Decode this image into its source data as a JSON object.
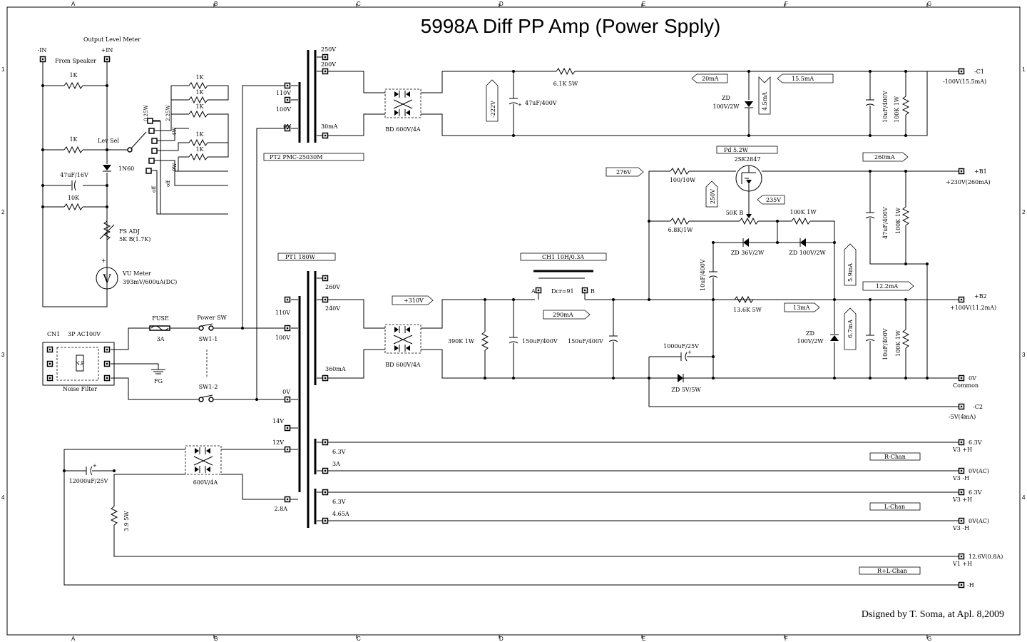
{
  "title": "5998A Diff PP Amp (Power Spply)",
  "signature": "Dsigned by T. Soma, at Apl. 8,2009",
  "grid": {
    "columns": [
      "A",
      "B",
      "C",
      "D",
      "E",
      "F",
      "G"
    ],
    "rows": [
      "1",
      "2",
      "3",
      "4"
    ]
  },
  "meter": {
    "heading": "Output Level Meter",
    "in_minus": "-IN",
    "in_plus": "+IN",
    "from_speaker": "From Speaker",
    "r1": "1K",
    "r2": "1K",
    "lev_sel": "Lev Sel",
    "taps": [
      "0.25W",
      "2.25W",
      "4W",
      "9W",
      "off",
      "off"
    ],
    "ladder": [
      "1K",
      "1K",
      "1K",
      "1K",
      "1K"
    ],
    "diode": "1N60",
    "cap": "47uF/16V",
    "r3": "10K",
    "fs_adj": "FS ADJ",
    "fs_adj_value": "5K B(1.7K)",
    "plus": "+",
    "vu_symbol": "V",
    "vu_name": "VU Meter",
    "vu_spec": "393mV/600uA(DC)"
  },
  "mains": {
    "cn1": "CN1",
    "connector": "3P AC100V",
    "nf": "N.F",
    "noise_filter": "Noise Filter",
    "fuse": "FUSE",
    "fuse_value": "3A",
    "power_sw": "Power SW",
    "sw1_1": "SW1-1",
    "sw1_2": "SW1-2",
    "fg": "FG"
  },
  "pt2": {
    "name": "PT2 PMC-25030M",
    "primary": [
      "110V",
      "100V",
      "0V"
    ],
    "secondary": [
      "250V",
      "200V",
      "30mA"
    ],
    "bridge": "BD  600V/4A",
    "v_tag": "-222V",
    "cap": "47uF/400V",
    "resistor": "6.1K 5W",
    "i_tag1": "20mA",
    "zener": "ZD",
    "zener_value": "100V/2W",
    "zener_current": "4.5mA",
    "i_tag2": "15.5mA",
    "cap2": "10uF/400V",
    "res2": "100K 1W",
    "out_name": "-C1",
    "out_spec": "-100V(15.5mA)"
  },
  "pt1": {
    "name": "PT1 180W",
    "primary": [
      "110V",
      "100V",
      "0V"
    ],
    "hv_taps": [
      "260V",
      "240V",
      "360mA"
    ],
    "bridge": "BD  600V/4A",
    "v_tag": "+310V",
    "bleeder": "390K 1W",
    "cap1": "150uF/400V",
    "choke": "CH1 10H/0.3A",
    "choke_a": "A",
    "choke_b": "B",
    "dcr": "Dcr=91",
    "i_tag": "290mA",
    "cap2": "150uF/400V",
    "lv_taps": [
      "14V",
      "12V",
      "2.8A"
    ],
    "heater_taps": [
      "6.3V",
      "3A",
      "6.3V",
      "4.65A"
    ]
  },
  "regulator": {
    "pd": "Pd 5.2W",
    "mosfet": "2SK2847",
    "v_in_tag": "276V",
    "res_gate": "100/10W",
    "v_tag_250": "250V",
    "v_tag_235": "235V",
    "pot": "50K B",
    "res_100k": "100K 1W",
    "res_68k": "6.8K/1W",
    "zd1": "ZD  36V/2W",
    "zd2": "ZD  100V/2W",
    "cap_10u": "10uF/400V",
    "i_tag_59": "5.9mA",
    "i_tag_260": "260mA",
    "cap_47u": "47uF/400V",
    "res_out": "100K 1W",
    "b1_name": "+B1",
    "b1_spec": "+230V(260mA)",
    "i_tag_122": "12.2mA",
    "res_136": "13.6K 5W",
    "i_tag_13": "13mA",
    "i_tag_67": "6.7mA",
    "zd3": "ZD",
    "zd3_value": "100V/2W",
    "cap_b2": "10uF/400V",
    "res_b2": "100K 1W",
    "b2_name": "+B2",
    "b2_spec": "+100V(11.2mA)",
    "cap_1000": "1000uF/25V",
    "zd4": "ZD  5V/5W",
    "zero_name": "0V",
    "common": "Common",
    "c2_name": "-C2",
    "c2_spec": "-5V(4mA)"
  },
  "heaters": {
    "bridge": "600V/4A",
    "cap": "12000uF/25V",
    "res": "3.9 5W",
    "r_chan": "R-Chan",
    "l_chan": "L-Chan",
    "rl_chan": "R+L-Chan",
    "outputs": [
      {
        "v": "6.3V",
        "n": "V3 +H"
      },
      {
        "v": "0V(AC)",
        "n": "V3 -H"
      },
      {
        "v": "6.3V",
        "n": "V3 +H"
      },
      {
        "v": "0V(AC)",
        "n": "V3 -H"
      },
      {
        "v": "12.6V(0.8A)",
        "n": "V1 +H"
      },
      {
        "v": "",
        "n": "-H"
      }
    ]
  }
}
